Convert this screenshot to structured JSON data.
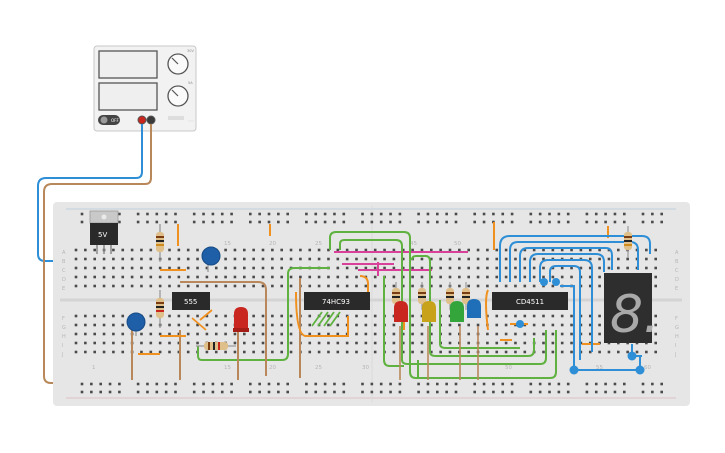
{
  "power_supply": {
    "label_upper_knob": "30V",
    "label_lower_knob": "5A",
    "button_label": "OFF",
    "brand": "◦◦◦"
  },
  "breadboard": {
    "rows_top": [
      "A",
      "B",
      "C",
      "D",
      "E"
    ],
    "rows_bottom": [
      "F",
      "G",
      "H",
      "I",
      "J"
    ],
    "column_numbers": [
      "1",
      "15",
      "20",
      "25",
      "30",
      "45",
      "50",
      "55",
      "60"
    ]
  },
  "components": {
    "regulator": "5V",
    "timer": "555",
    "counter": "74HC93",
    "decoder": "CD4511",
    "display_digit": "8."
  },
  "colors": {
    "board": "#e6e6e6",
    "wire_blue": "#2f8fd6",
    "wire_brown": "#b8885a",
    "wire_green": "#5fb23f",
    "wire_orange": "#f0901e",
    "wire_magenta": "#d9409a",
    "led_red": "#c8261e",
    "led_yellow": "#c7a21a",
    "led_green": "#34a53a",
    "led_blue": "#1f6fb8"
  }
}
